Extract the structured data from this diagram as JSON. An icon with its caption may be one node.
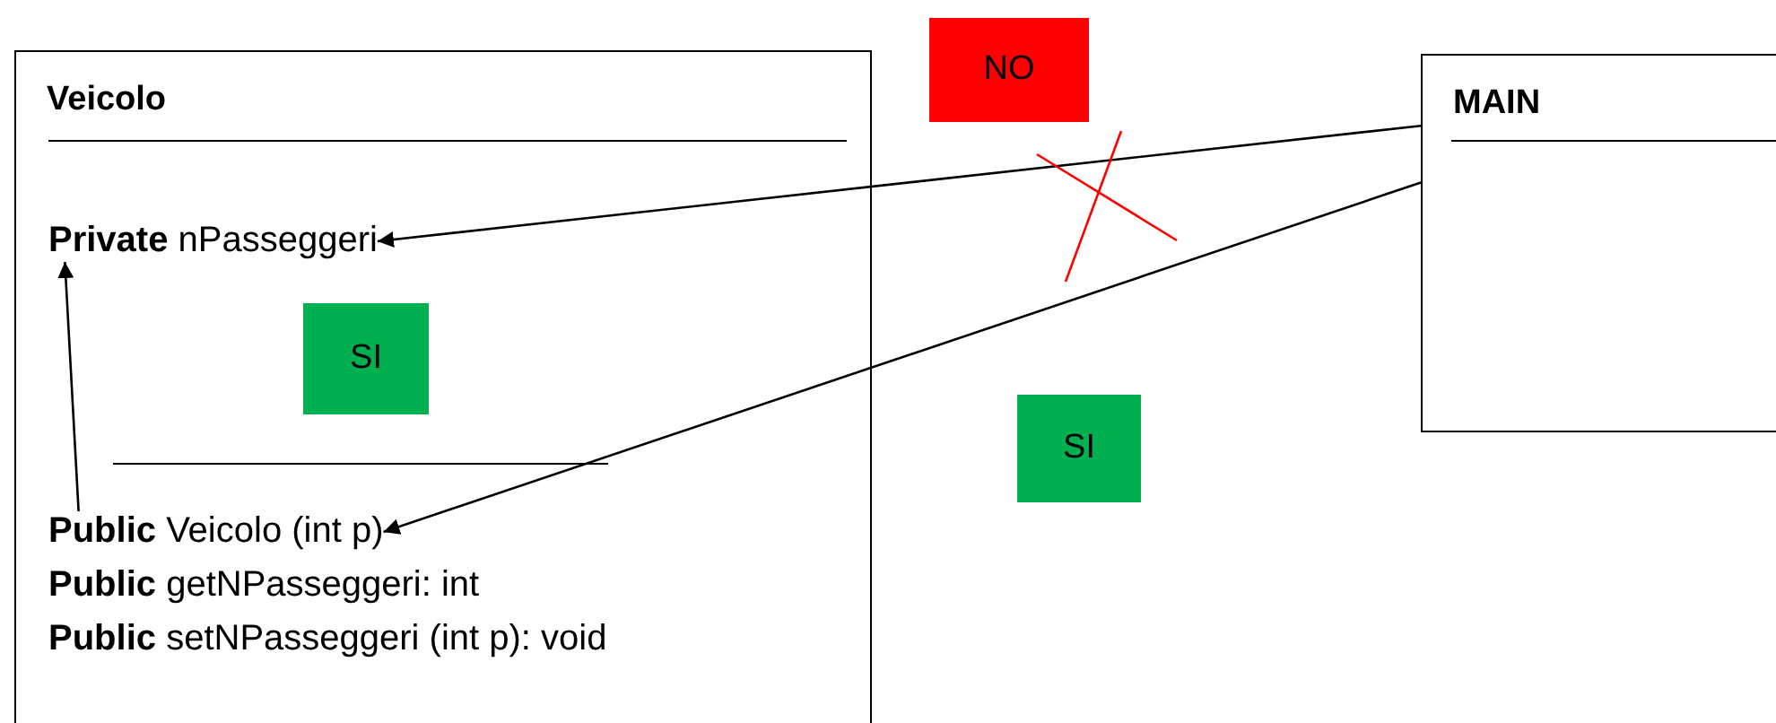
{
  "diagram": {
    "nodes": [
      {
        "text": [
          "Veicolo"
        ]
      },
      {
        "text": [
          "**Private** nPasseggeri"
        ],
        "in": 0
      },
      {
        "text": [
          "SI"
        ],
        "in": 0
      },
      {
        "text": [
          "**Public** Veicolo (int p)"
        ],
        "in": 0
      },
      {
        "text": [
          "**Public** getNPasseggeri: int"
        ],
        "in": 0
      },
      {
        "text": [
          "**Public** setNPasseggeri (int p): void"
        ],
        "in": 0
      },
      {
        "text": [
          "MAIN"
        ]
      },
      {
        "text": [
          "NO"
        ]
      },
      {
        "text": [
          "SI"
        ]
      }
    ],
    "edges": [
      {
        "from": 6,
        "to": 1,
        "arrow": "to"
      },
      {
        "from": 6,
        "to": 3,
        "arrow": "to"
      },
      {
        "from": 3,
        "to": 1,
        "arrow": "to"
      }
    ]
  }
}
